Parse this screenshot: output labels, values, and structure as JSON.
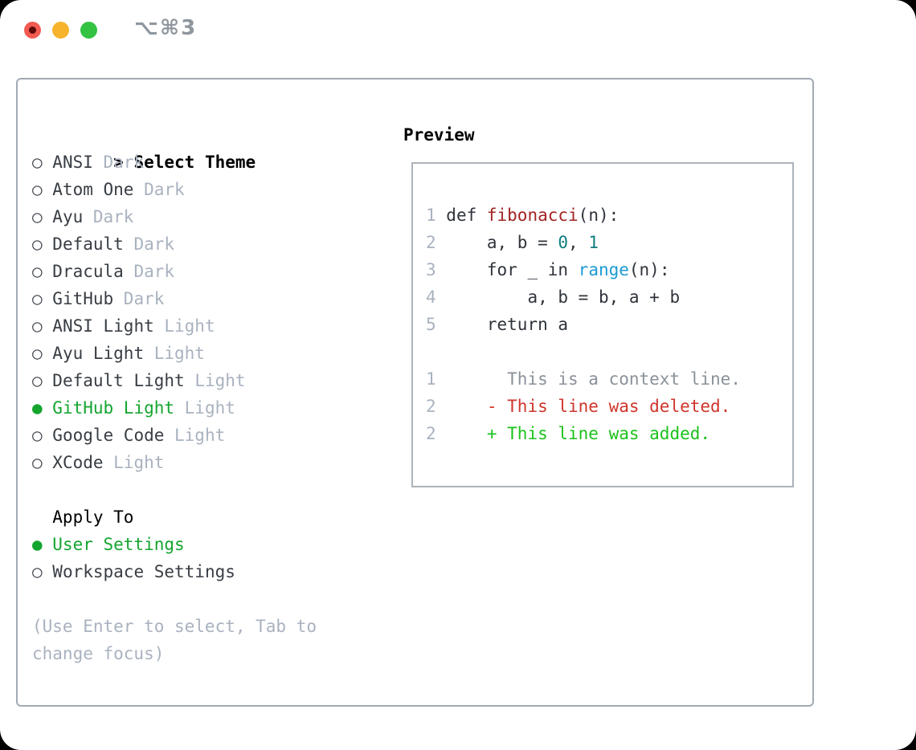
{
  "window": {
    "title": "⌥⌘3",
    "traffic_lights": {
      "close_color": "#f25a52",
      "close_dot_color": "#5c0b06",
      "minimize_color": "#f6b32b",
      "maximize_color": "#33c242"
    }
  },
  "icons": {
    "radio_unselected": "○",
    "radio_selected": "●",
    "selection_cursor": ">"
  },
  "colors": {
    "selected_green": "#14a52f",
    "muted_gray": "#a9b2bf",
    "item_text": "#383d44",
    "panel_border": "#a2aab4",
    "preview_border": "#adb3bb",
    "function_red": "#a32323",
    "number_teal": "#0e7d7e",
    "builtin_blue": "#1d9ad2",
    "context_gray": "#8a9199",
    "deleted_red": "#cf352b",
    "added_green": "#1bc21b"
  },
  "theme_list": {
    "prompt": ">",
    "title": "Select Theme",
    "items": [
      {
        "name": "ANSI",
        "variant": "Dark",
        "selected": false
      },
      {
        "name": "Atom One",
        "variant": "Dark",
        "selected": false
      },
      {
        "name": "Ayu",
        "variant": "Dark",
        "selected": false
      },
      {
        "name": "Default",
        "variant": "Dark",
        "selected": false
      },
      {
        "name": "Dracula",
        "variant": "Dark",
        "selected": false
      },
      {
        "name": "GitHub",
        "variant": "Dark",
        "selected": false
      },
      {
        "name": "ANSI Light",
        "variant": "Light",
        "selected": false
      },
      {
        "name": "Ayu Light",
        "variant": "Light",
        "selected": false
      },
      {
        "name": "Default Light",
        "variant": "Light",
        "selected": false
      },
      {
        "name": "GitHub Light",
        "variant": "Light",
        "selected": true
      },
      {
        "name": "Google Code",
        "variant": "Light",
        "selected": false
      },
      {
        "name": "XCode",
        "variant": "Light",
        "selected": false
      }
    ]
  },
  "apply_to": {
    "title": "Apply To",
    "options": [
      {
        "label": "User Settings",
        "selected": true
      },
      {
        "label": "Workspace Settings",
        "selected": false
      }
    ]
  },
  "help_text": "(Use Enter to select, Tab to change focus)",
  "preview": {
    "title": "Preview",
    "lines": [
      {
        "num": "1",
        "tokens": [
          {
            "text": "def ",
            "style": "code"
          },
          {
            "text": "fibonacci",
            "style": "function"
          },
          {
            "text": "(n):",
            "style": "code"
          }
        ]
      },
      {
        "num": "2",
        "tokens": [
          {
            "text": "    a, b = ",
            "style": "code"
          },
          {
            "text": "0",
            "style": "number"
          },
          {
            "text": ", ",
            "style": "code"
          },
          {
            "text": "1",
            "style": "number"
          }
        ]
      },
      {
        "num": "3",
        "tokens": [
          {
            "text": "    for _ in ",
            "style": "code"
          },
          {
            "text": "range",
            "style": "builtin"
          },
          {
            "text": "(n):",
            "style": "code"
          }
        ]
      },
      {
        "num": "4",
        "tokens": [
          {
            "text": "        a, b = b, a + b",
            "style": "code"
          }
        ]
      },
      {
        "num": "5",
        "tokens": [
          {
            "text": "    return a",
            "style": "code"
          }
        ]
      },
      {
        "num": "",
        "tokens": []
      },
      {
        "num": "1",
        "tokens": [
          {
            "text": "      This is a context line.",
            "style": "context"
          }
        ]
      },
      {
        "num": "2",
        "tokens": [
          {
            "text": "    - This line was deleted.",
            "style": "deleted"
          }
        ]
      },
      {
        "num": "2",
        "tokens": [
          {
            "text": "    + This line was added.",
            "style": "added"
          }
        ]
      }
    ]
  }
}
